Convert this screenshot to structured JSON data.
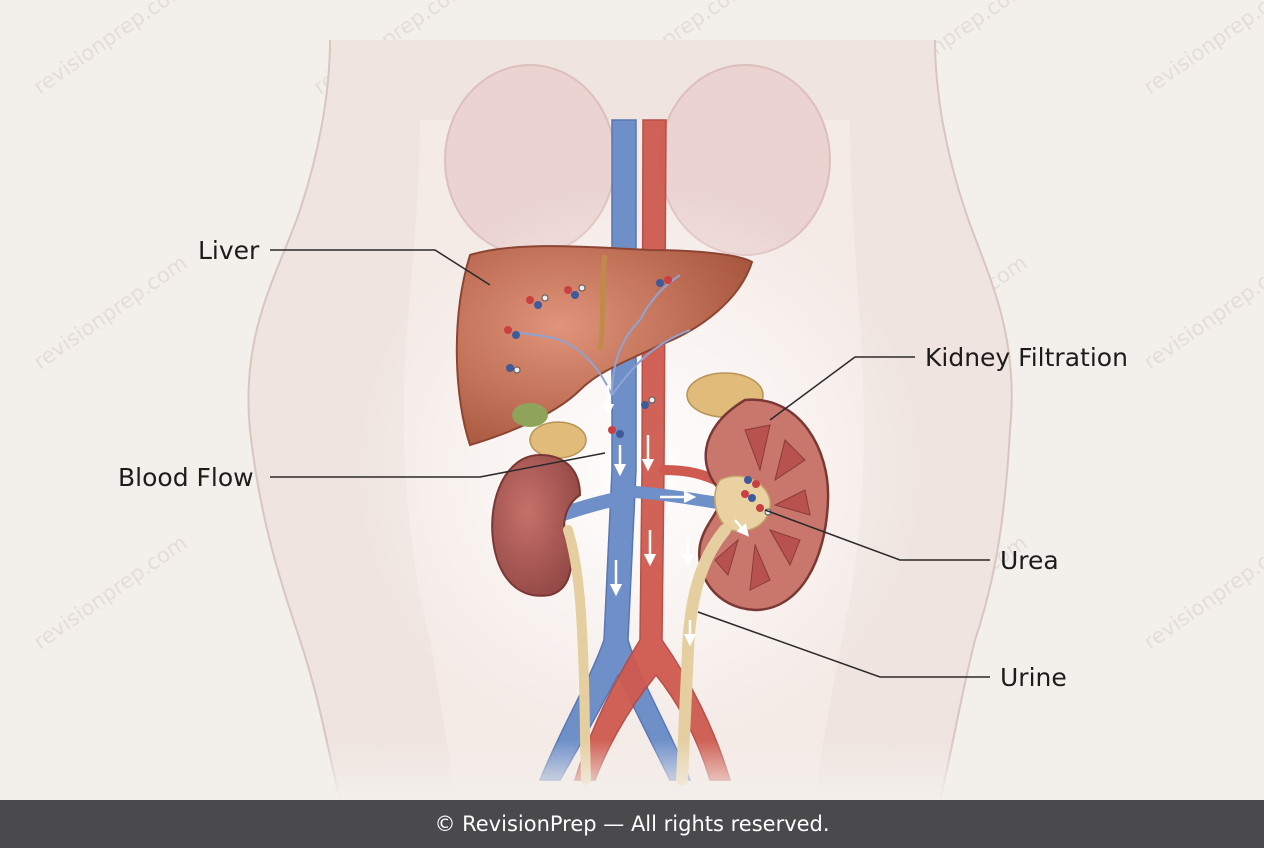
{
  "labels": {
    "liver": "Liver",
    "blood_flow": "Blood Flow",
    "kidney_filtration": "Kidney Filtration",
    "urea": "Urea",
    "urine": "Urine"
  },
  "watermark": "revisionprep.com",
  "footer": "© RevisionPrep — All rights reserved.",
  "colors": {
    "background": "#f3efeb",
    "liver": "#b4634e",
    "vein": "#6f8fc9",
    "artery": "#cf5a4f",
    "kidney": "#a85a55",
    "ureter": "#e5cfa0",
    "footer": "#4a4a4c"
  }
}
